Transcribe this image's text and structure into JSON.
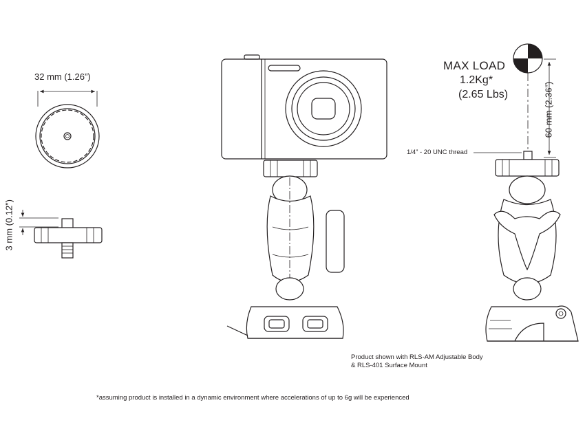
{
  "knob_top": {
    "width_label": "32 mm (1.26”)"
  },
  "knob_side": {
    "height_label": "3 mm (0.12”)"
  },
  "load": {
    "title": "MAX LOAD",
    "kg": "1.2Kg*",
    "lbs": "(2.65 Lbs)",
    "height_label": "60 mm (2.36”)",
    "thread_label": "1/4” - 20 UNC thread"
  },
  "caption": "Product shown with RLS-AM Adjustable Body & RLS-401 Surface Mount",
  "footnote": "*assuming product is installed in a dynamic environment where accelerations of up to 6g will be experienced",
  "colors": {
    "line": "#231f20",
    "background": "#ffffff"
  }
}
